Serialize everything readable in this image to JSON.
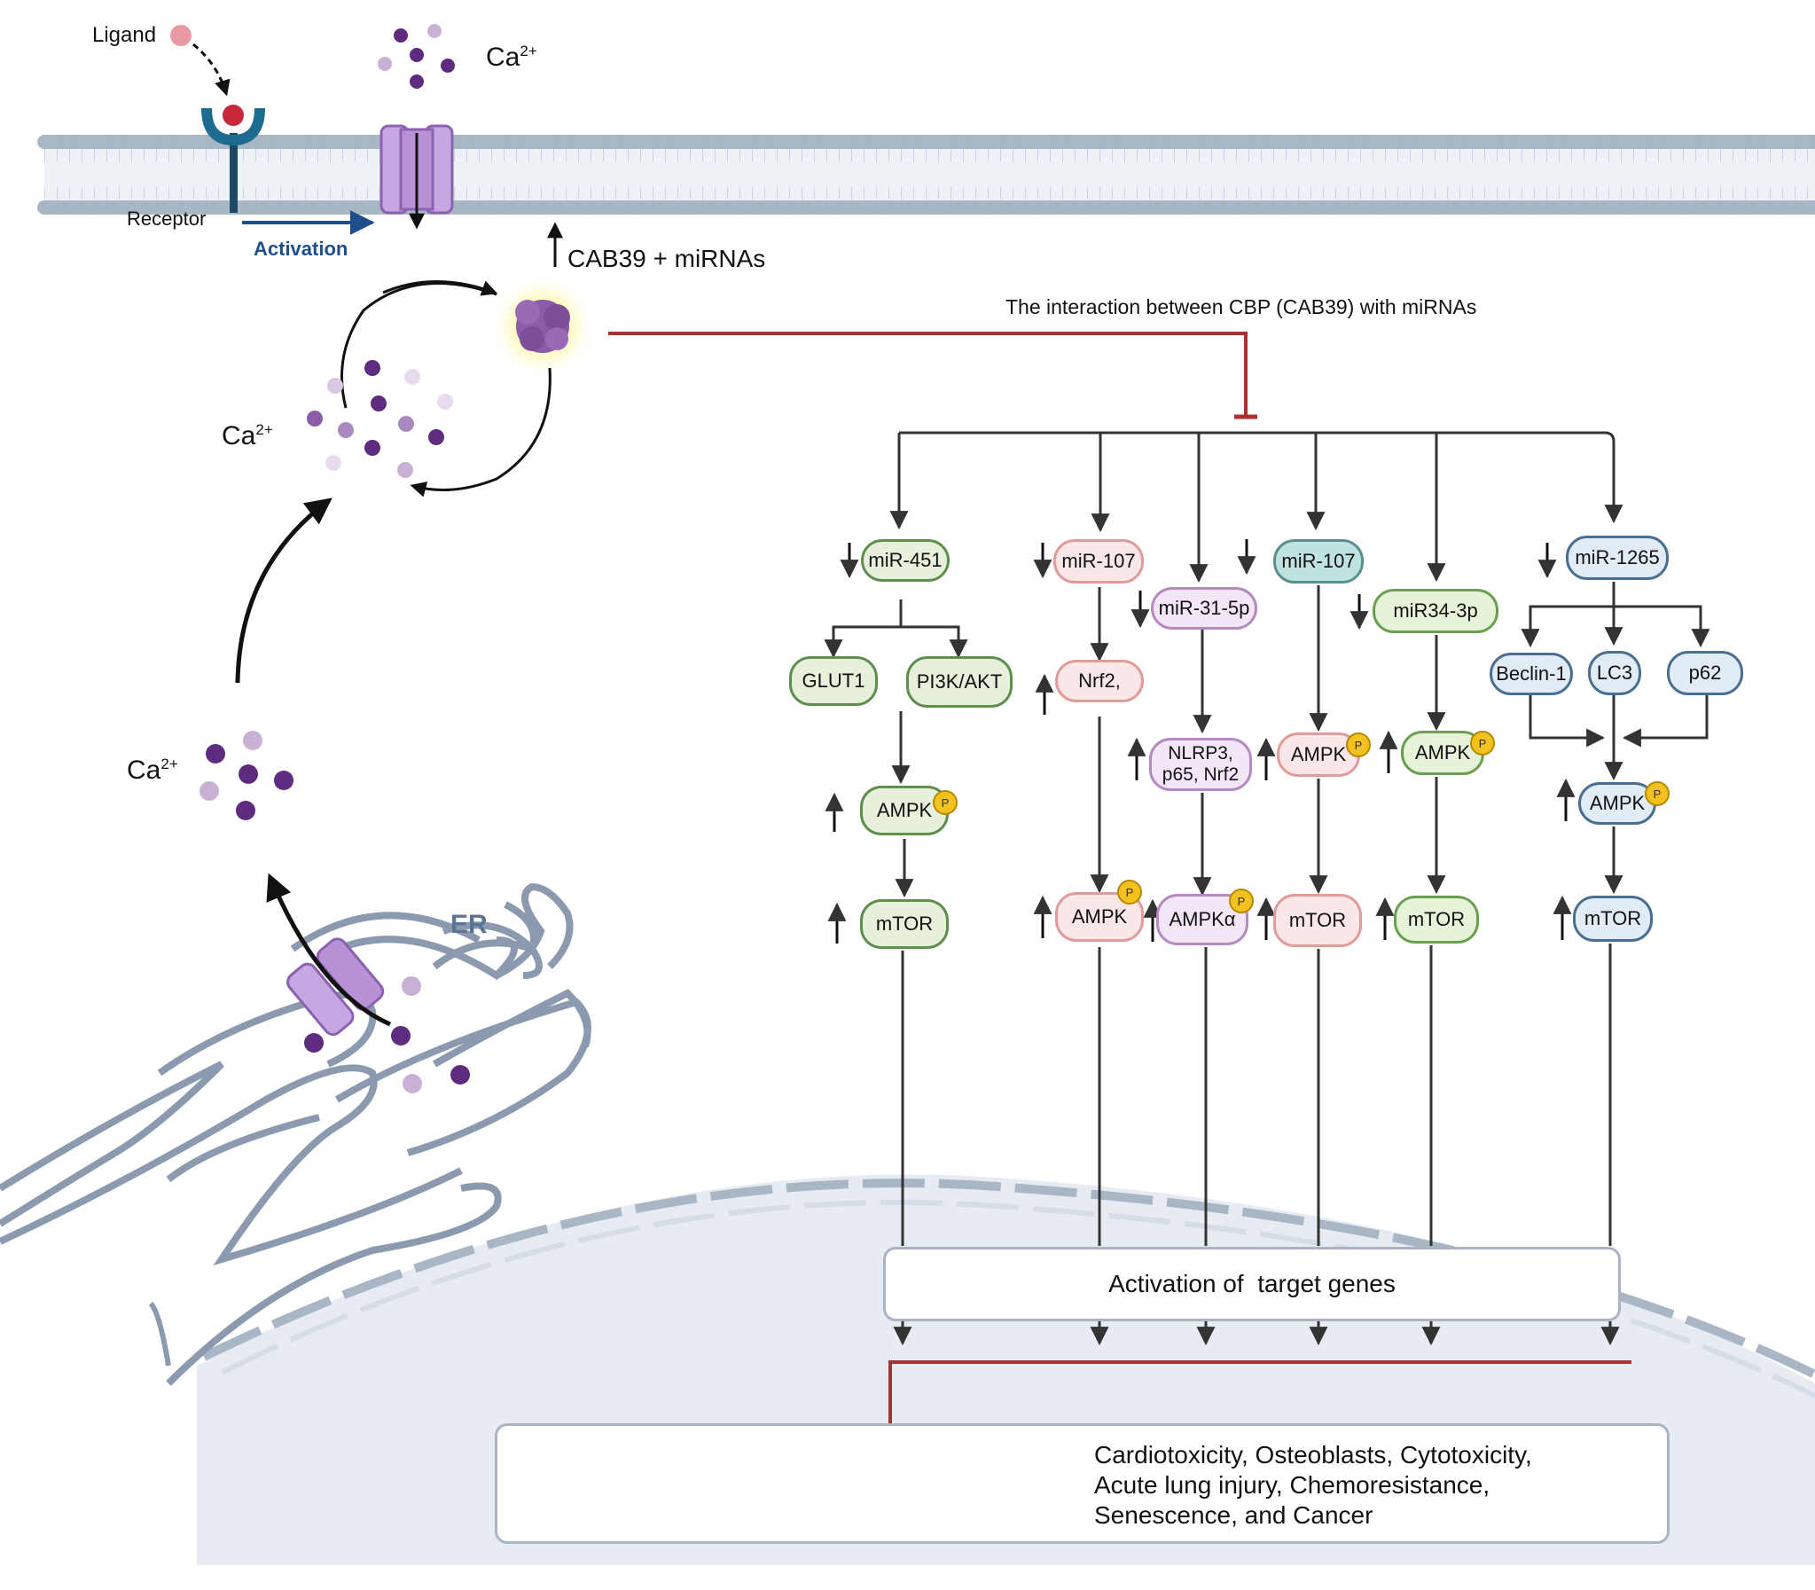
{
  "membrane": {
    "ligand_label": "Ligand",
    "receptor_label": "Receptor",
    "activation_label": "Activation",
    "ca_label_top": "Ca",
    "ca_sup": "2+"
  },
  "cab39_label": "CAB39 + miRNAs",
  "interaction_label": "The interaction between CBP (CAB39) with miRNAs",
  "ca_cycle_label": "Ca",
  "ca_er_label": "Ca",
  "er_label": "ER",
  "pathways": {
    "col1": {
      "mirna": "miR-451",
      "left": "GLUT1",
      "right": "PI3K/AKT",
      "ampk": "AMPK",
      "mtor": "mTOR"
    },
    "col2": {
      "mirna": "miR-107",
      "mid": "Nrf2,",
      "ampk": "AMPK"
    },
    "col3": {
      "mirna": "miR-31-5p",
      "mid": "NLRP3,\np65, Nrf2",
      "ampk": "AMPKα"
    },
    "col4": {
      "mirna": "miR-107",
      "ampk": "AMPK",
      "mtor": "mTOR"
    },
    "col5": {
      "mirna": "miR34-3p",
      "ampk": "AMPK",
      "mtor": "mTOR"
    },
    "col6": {
      "mirna": "miR-1265",
      "a": "Beclin-1",
      "b": "LC3",
      "c": "p62",
      "ampk": "AMPK",
      "mtor": "mTOR"
    }
  },
  "p_badge": "P",
  "target_genes_label": "Activation of  target genes",
  "outcomes": [
    "Cardiotoxicity, Osteoblasts, Cytotoxicity,",
    "Acute lung injury, Chemoresistance,",
    "Senescence, and Cancer"
  ],
  "colors": {
    "inhibit": "#a83232",
    "activation": "#1f4e8c",
    "channel": "#b793d6",
    "ca_dark": "#5e2b7e",
    "ca_light": "#c9b1d6",
    "membrane": "#a9b6c6",
    "dna": "#1f7fa0"
  }
}
